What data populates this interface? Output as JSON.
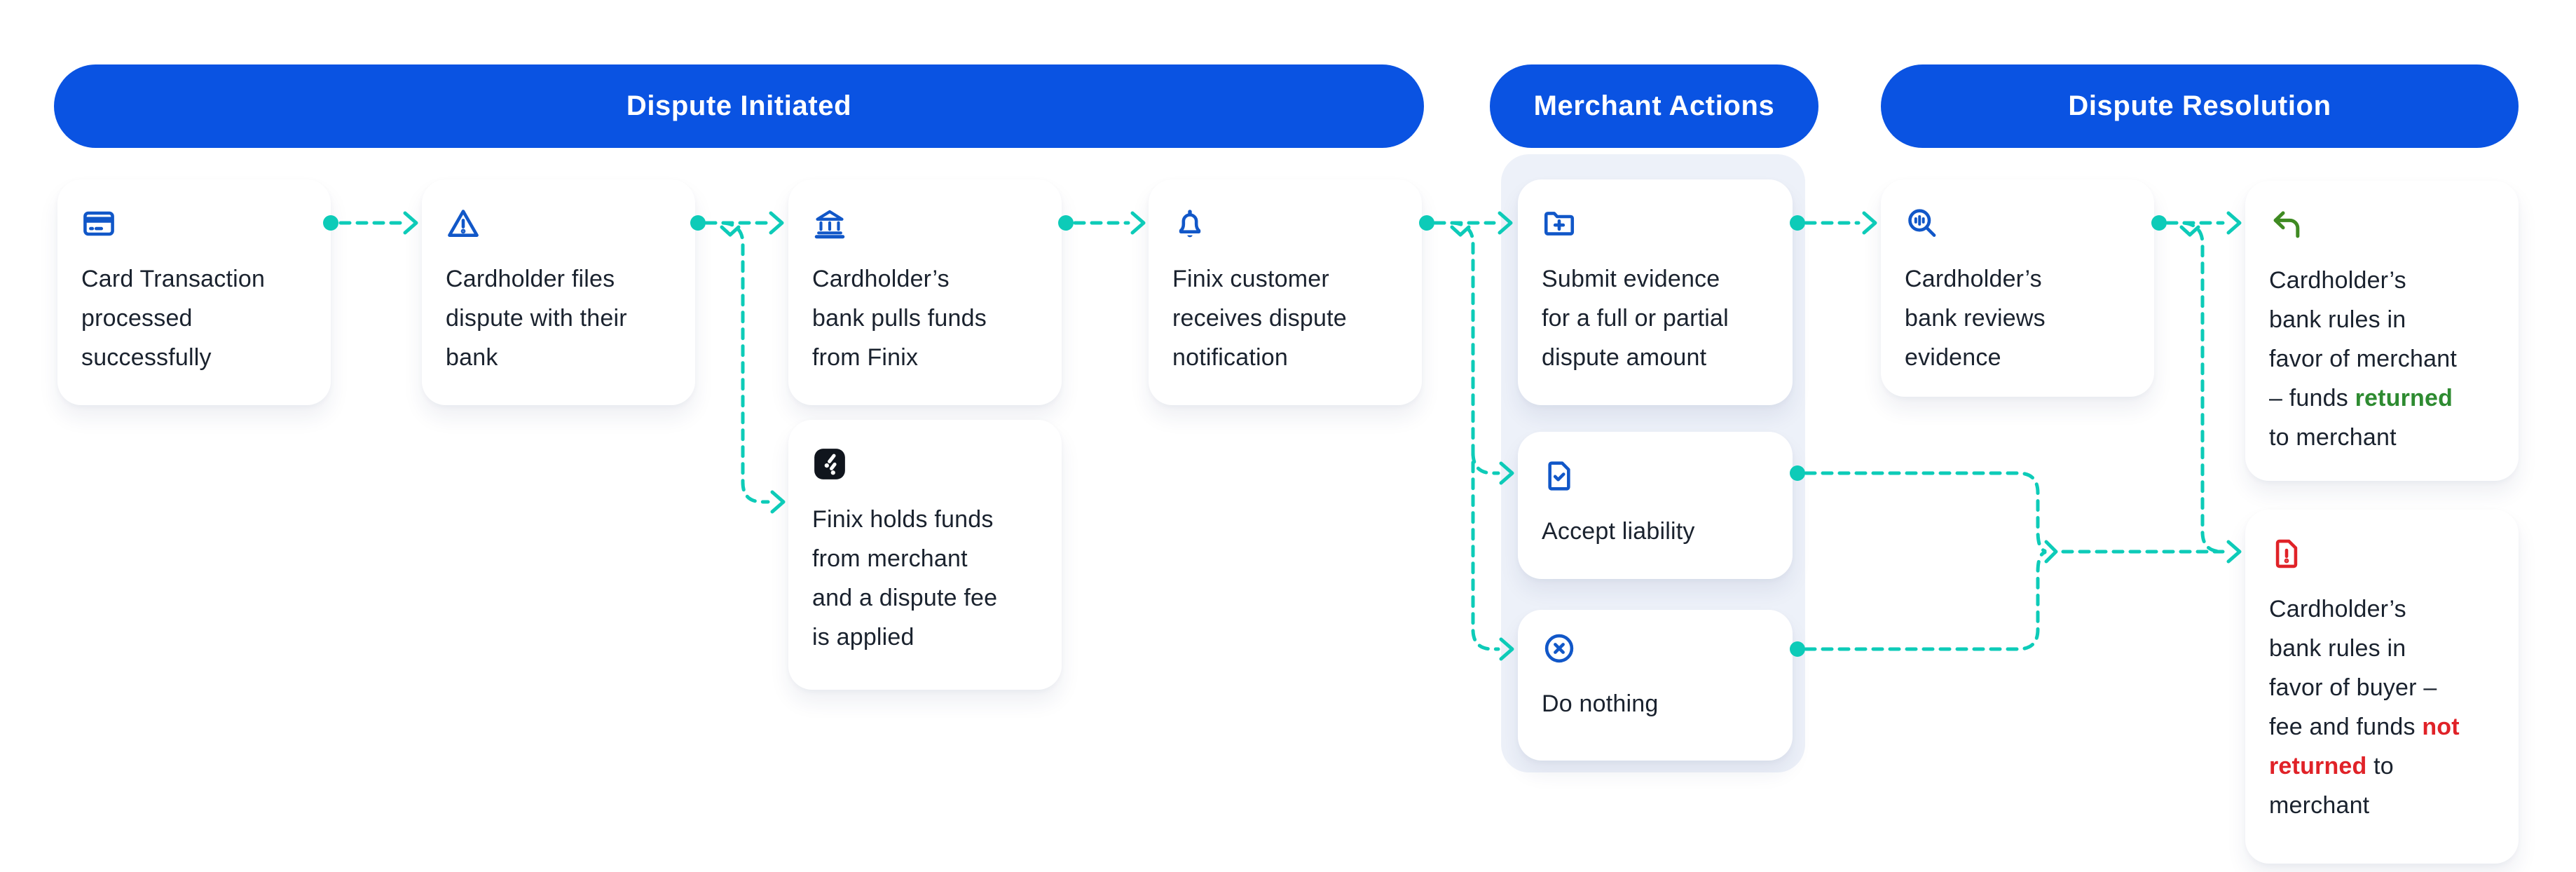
{
  "colors": {
    "header_blue": "#0A53E2",
    "icon_blue": "#1157C8",
    "teal": "#0DCBB8",
    "panel": "#EDF1F9",
    "text": "#1A222E",
    "green_icon": "#3F8A22",
    "green_text": "#2E8B31",
    "red": "#E02228",
    "logo_black": "#10151D"
  },
  "pills": [
    {
      "label": "Dispute Initiated"
    },
    {
      "label": "Merchant Actions"
    },
    {
      "label": "Dispute Resolution"
    }
  ],
  "cards": {
    "card_transaction": {
      "icon": "credit-card-icon",
      "lines": [
        "Card Transaction",
        "processed",
        "successfully"
      ]
    },
    "cardholder_files": {
      "icon": "warning-triangle-icon",
      "lines": [
        "Cardholder files",
        "dispute with their",
        "bank"
      ]
    },
    "bank_pulls": {
      "icon": "bank-icon",
      "lines": [
        "Cardholder’s",
        "bank pulls funds",
        "from Finix"
      ]
    },
    "finix_customer": {
      "icon": "bell-icon",
      "lines": [
        "Finix customer",
        "receives dispute",
        "notification"
      ]
    },
    "finix_holds": {
      "icon": "finix-logo-icon",
      "lines": [
        "Finix holds funds",
        "from merchant",
        "and a dispute fee",
        "is applied"
      ]
    },
    "submit_evidence": {
      "icon": "folder-plus-icon",
      "lines": [
        "Submit evidence",
        "for a full or partial",
        "dispute amount"
      ]
    },
    "accept_liability": {
      "icon": "document-check-icon",
      "lines": [
        "Accept liability"
      ]
    },
    "do_nothing": {
      "icon": "circle-x-icon",
      "lines": [
        "Do nothing"
      ]
    },
    "reviews_evidence": {
      "icon": "magnifier-review-icon",
      "lines": [
        "Cardholder’s",
        "bank reviews",
        "evidence"
      ]
    },
    "favor_merchant": {
      "icon": "return-arrow-icon",
      "lines": [
        "Cardholder’s",
        "bank rules in",
        "favor of merchant"
      ],
      "line4_prefix": "– funds ",
      "line4_highlight": "returned",
      "line5": "to merchant",
      "highlight_color": "#2E8B31"
    },
    "favor_buyer": {
      "icon": "document-alert-icon",
      "lines": [
        "Cardholder’s",
        "bank rules in",
        "favor of buyer –"
      ],
      "line4_prefix": "fee and funds ",
      "line4_highlight": "not",
      "line5_highlight": "returned",
      "line5_suffix": " to",
      "line6": "merchant",
      "highlight_color": "#E02228"
    }
  },
  "flow": [
    {
      "from": "card_transaction",
      "to": "cardholder_files"
    },
    {
      "from": "cardholder_files",
      "to": "bank_pulls"
    },
    {
      "from": "cardholder_files",
      "to": "finix_holds"
    },
    {
      "from": "bank_pulls",
      "to": "finix_customer"
    },
    {
      "from": "finix_customer",
      "to": "submit_evidence"
    },
    {
      "from": "finix_customer",
      "to": "accept_liability"
    },
    {
      "from": "finix_customer",
      "to": "do_nothing"
    },
    {
      "from": "submit_evidence",
      "to": "reviews_evidence"
    },
    {
      "from": "reviews_evidence",
      "to": "favor_merchant"
    },
    {
      "from": "reviews_evidence",
      "to": "favor_buyer"
    },
    {
      "from": "accept_liability",
      "to": "favor_buyer"
    },
    {
      "from": "do_nothing",
      "to": "favor_buyer"
    }
  ]
}
